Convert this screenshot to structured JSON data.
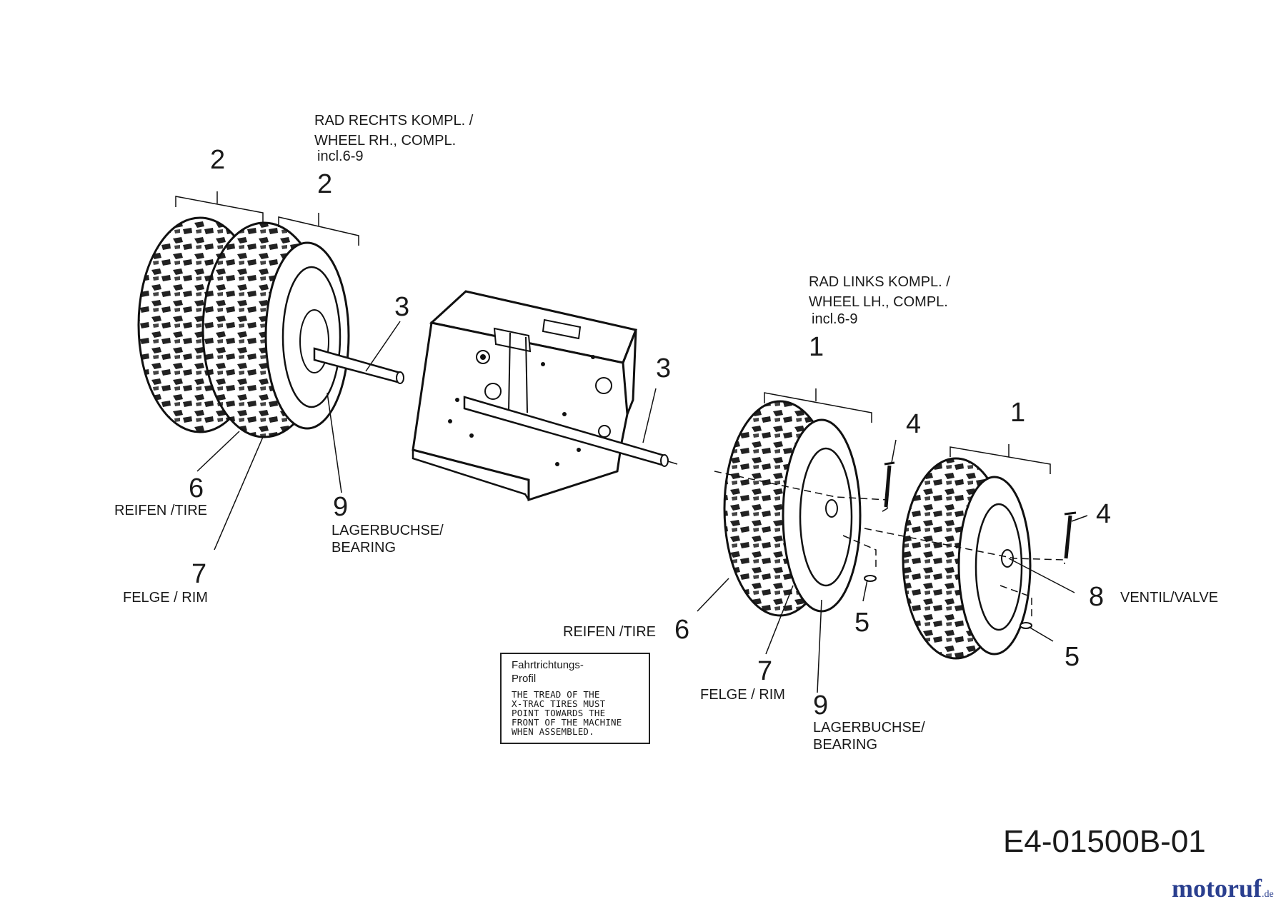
{
  "wheel_right": {
    "title_line1": "RAD RECHTS  KOMPL. /",
    "title_line2": "WHEEL RH.,  COMPL.",
    "incl": "incl.6-9",
    "callouts": {
      "pair_a": "2",
      "pair_b": "2",
      "axle": "3",
      "tire_num": "6",
      "tire_label": "REIFEN /TIRE",
      "rim_num": "7",
      "rim_label": "FELGE / RIM",
      "bearing_num": "9",
      "bearing_label_1": "LAGERBUCHSE/",
      "bearing_label_2": "BEARING"
    }
  },
  "frame": {
    "axle_num": "3"
  },
  "wheel_left": {
    "title_line1": "RAD LINKS  KOMPL. /",
    "title_line2": "WHEEL LH.,  COMPL.",
    "incl": "incl.6-9",
    "callouts": {
      "pair_a": "1",
      "pair_b": "1",
      "pin_a": "4",
      "pin_b": "4",
      "clip_a": "5",
      "clip_b": "5",
      "valve_num": "8",
      "valve_label": "VENTIL/VALVE",
      "tire_num": "6",
      "tire_label": "REIFEN /TIRE",
      "rim_num": "7",
      "rim_label": "FELGE / RIM",
      "bearing_num": "9",
      "bearing_label_1": "LAGERBUCHSE/",
      "bearing_label_2": "BEARING"
    }
  },
  "note": {
    "title": "Fahrtrichtungs-\nProfil",
    "body": "THE TREAD OF THE\nX-TRAC TIRES MUST\nPOINT TOWARDS THE\nFRONT OF THE MACHINE\nWHEN ASSEMBLED."
  },
  "drawing_code": "E4-01500B-01",
  "brand": {
    "name": "motoruf",
    "tld": ".de"
  }
}
